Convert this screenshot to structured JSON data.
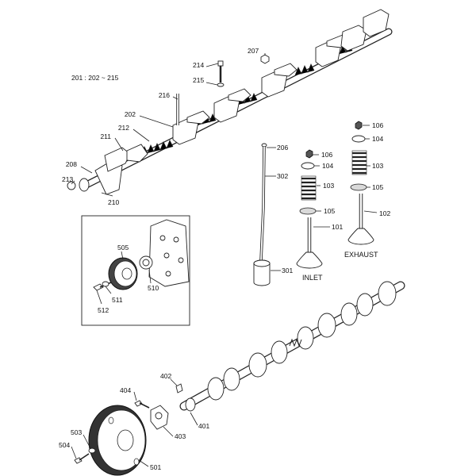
{
  "header": {
    "range_note": "201 : 202 ~ 215"
  },
  "captions": {
    "inlet": "INLET",
    "exhaust": "EXHAUST"
  },
  "parts": {
    "p101": "101",
    "p102": "102",
    "p103a": "103",
    "p103b": "103",
    "p104a": "104",
    "p104b": "104",
    "p105a": "105",
    "p105b": "105",
    "p106a": "106",
    "p106b": "106",
    "p206": "206",
    "p207": "207",
    "p208": "208",
    "p210": "210",
    "p211": "211",
    "p212": "212",
    "p213": "213",
    "p214": "214",
    "p215": "215",
    "p216": "216",
    "p202": "202",
    "p301": "301",
    "p302": "302",
    "p401": "401",
    "p402": "402",
    "p403": "403",
    "p404": "404",
    "p501": "501",
    "p503": "503",
    "p504": "504",
    "p505": "505",
    "p510": "510",
    "p511": "511",
    "p512": "512"
  }
}
